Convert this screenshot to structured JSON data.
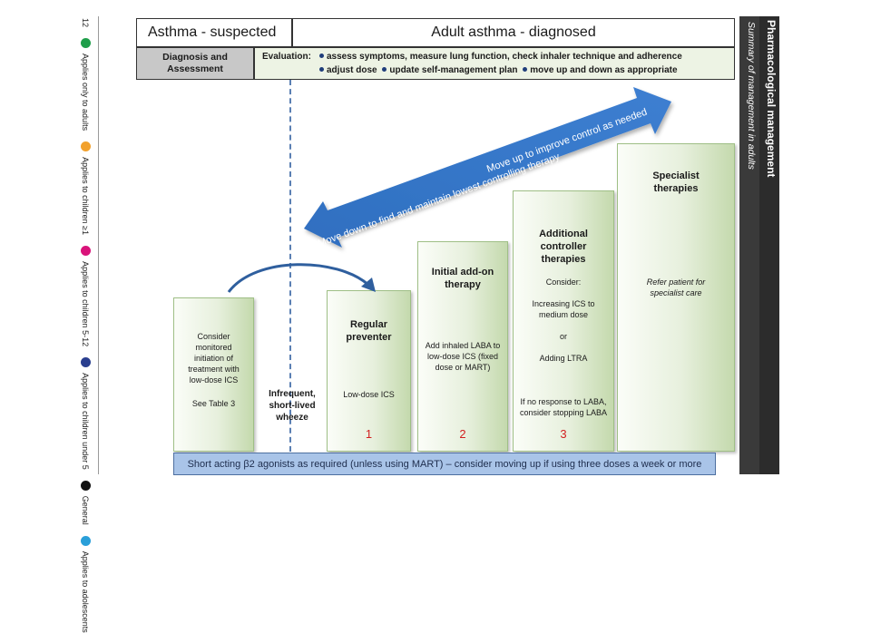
{
  "legend": {
    "page_number": "12",
    "items": [
      {
        "label": "Applies only to adults",
        "color": "#1f9e4a"
      },
      {
        "label": "Applies to children ≥1",
        "color": "#f2a12c"
      },
      {
        "label": "Applies to children 5-12",
        "color": "#d9137a"
      },
      {
        "label": "Applies to children under 5",
        "color": "#2a3f8f"
      },
      {
        "label": "General",
        "color": "#111111"
      },
      {
        "label": "Applies to adolescents",
        "color": "#2a9fd9"
      }
    ]
  },
  "header": {
    "suspected": "Asthma - suspected",
    "diagnosed": "Adult asthma - diagnosed"
  },
  "assessment": {
    "label": "Diagnosis and Assessment",
    "evaluation_label": "Evaluation:",
    "points": [
      "assess symptoms, measure lung function, check inhaler technique and adherence",
      "adjust dose",
      "update self-management plan",
      "move up and down as appropriate"
    ]
  },
  "arrow": {
    "up_text_1": "Move up to improve control as needed",
    "down_text_1": "Move down to find and maintain lowest controlling therapy"
  },
  "steps": {
    "initial": {
      "text": "Consider monitored initiation of treatment with low-dose ICS",
      "ref": "See Table 3"
    },
    "wheeze": "Infrequent, short-lived wheeze",
    "regular": {
      "title": "Regular preventer",
      "text": "Low-dose ICS",
      "number": "1"
    },
    "addon": {
      "title": "Initial add-on therapy",
      "text": "Add inhaled LABA to low-dose ICS (fixed dose or MART)",
      "number": "2"
    },
    "additional": {
      "title": "Additional controller therapies",
      "consider": "Consider:",
      "option1": "Increasing ICS to medium dose",
      "or": "or",
      "option2": "Adding LTRA",
      "note": "If no response to LABA, consider stopping LABA",
      "number": "3"
    },
    "specialist": {
      "title": "Specialist therapies",
      "text": "Refer patient for specialist care"
    }
  },
  "saba": "Short acting β2 agonists as required (unless using MART) – consider moving up if using three doses a week or more",
  "side": {
    "title": "Pharmacological management",
    "subtitle": "Summary of management in adults"
  }
}
